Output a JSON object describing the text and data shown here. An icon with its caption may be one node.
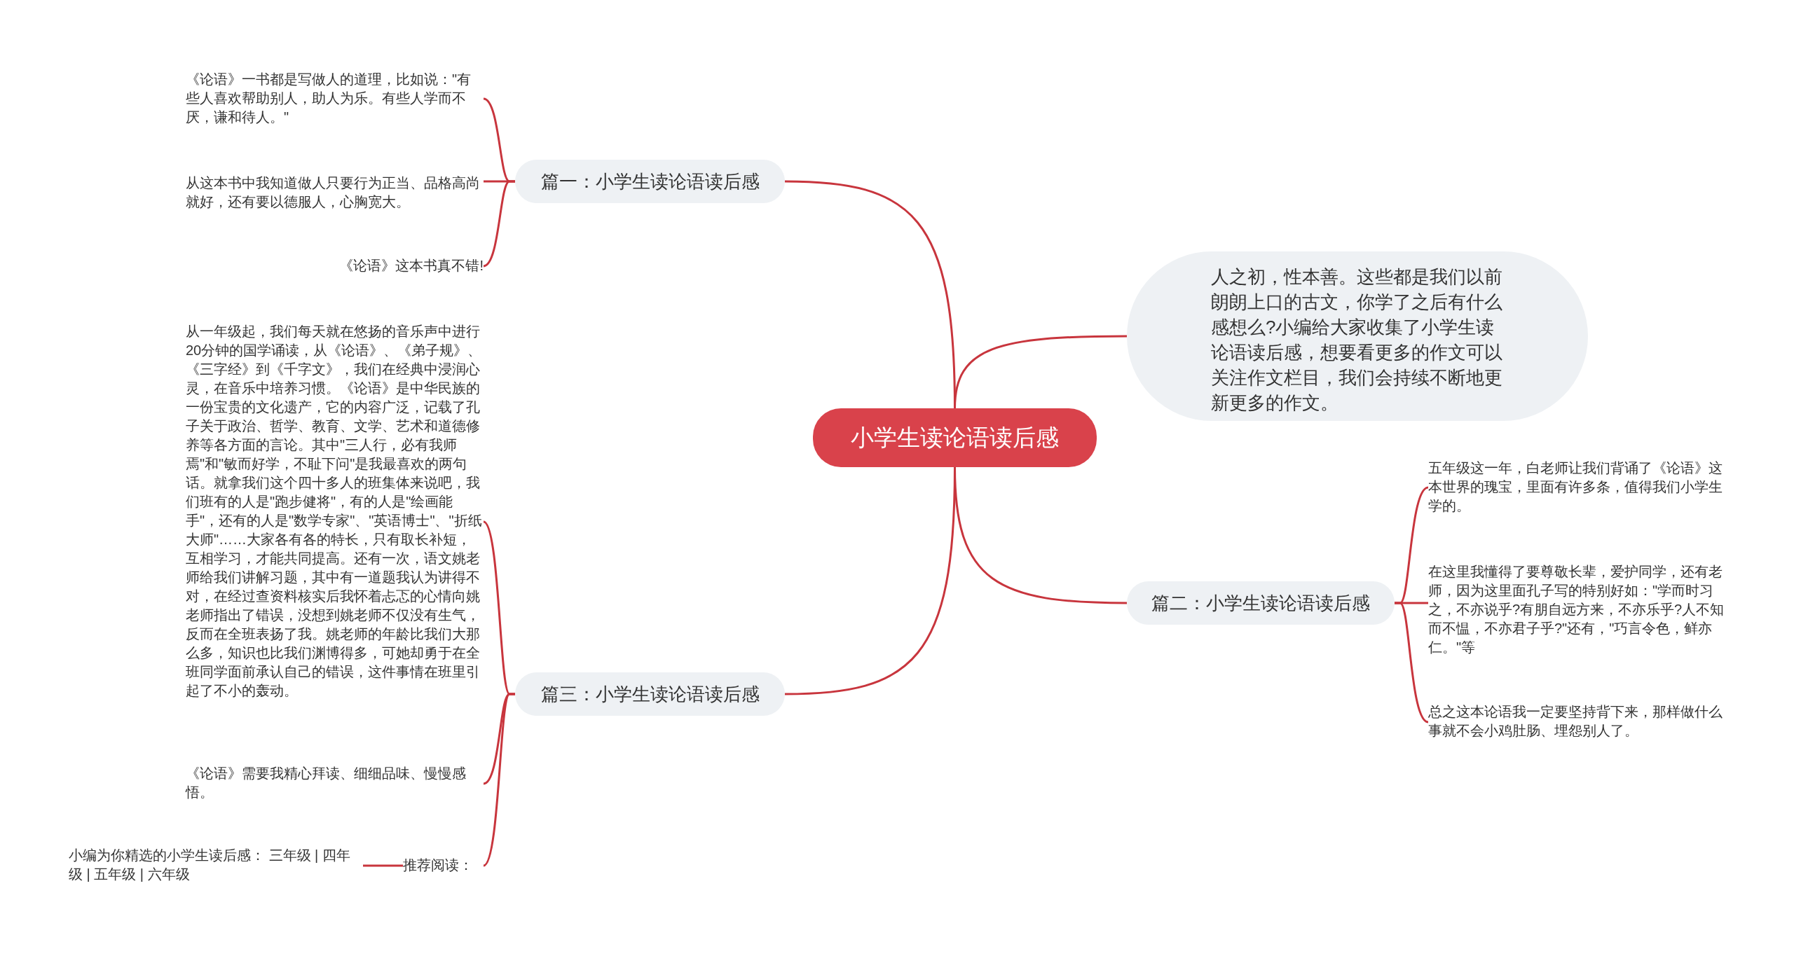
{
  "diagram": {
    "nodes": [
      {
        "text": [
          "小学生读论语读后感"
        ]
      },
      {
        "text": [
          "篇一：小学生读论语读后感"
        ]
      },
      {
        "text": [
          "《论语》一书都是写做人的道理，比如说：\"有些人喜欢帮助别人，助人为乐。有些人学而不厌，谦和待人。\""
        ]
      },
      {
        "text": [
          "从这本书中我知道做人只要行为正当、品格高尚就好，还有要以德服人，心胸宽大。"
        ]
      },
      {
        "text": [
          "《论语》这本书真不错!"
        ]
      },
      {
        "text": [
          "人之初，性本善。这些都是我们以前朗朗上口的古文，你学了之后有什么感想么?小编给大家收集了小学生读论语读后感，想要看更多的作文可以关注作文栏目，我们会持续不断地更新更多的作文。"
        ]
      },
      {
        "text": [
          "篇二：小学生读论语读后感"
        ]
      },
      {
        "text": [
          "五年级这一年，白老师让我们背诵了《论语》这本世界的瑰宝，里面有许多条，值得我们小学生学的。"
        ]
      },
      {
        "text": [
          "在这里我懂得了要尊敬长辈，爱护同学，还有老师，因为这里面孔子写的特别好如：\"学而时习之，不亦说乎?有朋自远方来，不亦乐乎?人不知而不愠，不亦君子乎?\"还有，\"巧言令色，鲜亦仁。\"等"
        ]
      },
      {
        "text": [
          "总之这本论语我一定要坚持背下来，那样做什么事就不会小鸡肚肠、埋怨别人了。"
        ]
      },
      {
        "text": [
          "篇三：小学生读论语读后感"
        ]
      },
      {
        "text": [
          "从一年级起，我们每天就在悠扬的音乐声中进行20分钟的国学诵读，从《论语》、《弟子规》、《三字经》到《千字文》，我们在经典中浸润心灵，在音乐中培养习惯。《论语》是中华民族的一份宝贵的文化遗产，它的内容广泛，记载了孔子关于政治、哲学、教育、文学、艺术和道德修养等各方面的言论。其中\"三人行，必有我师焉\"和\"敏而好学，不耻下问\"是我最喜欢的两句话。就拿我们这个四十多人的班集体来说吧，我们班有的人是\"跑步健将\"，有的人是\"绘画能手\"，还有的人是\"数学专家\"、\"英语博士\"、\"折纸大师\"……大家各有各的特长，只有取长补短，互相学习，才能共同提高。还有一次，语文姚老师给我们讲解习题，其中有一道题我认为讲得不对，在经过查资料核实后我怀着忐忑的心情向姚老师指出了错误，没想到姚老师不仅没有生气，反而在全班表扬了我。姚老师的年龄比我们大那么多，知识也比我们渊博得多，可她却勇于在全班同学面前承认自己的错误，这件事情在班里引起了不小的轰动。"
        ]
      },
      {
        "text": [
          "《论语》需要我精心拜读、细细品味、慢慢感悟。"
        ]
      },
      {
        "text": [
          "推荐阅读："
        ]
      },
      {
        "text": [
          "小编为你精选的小学生读后感： 三年级 | 四年级 | 五年级 | 六年级"
        ]
      }
    ],
    "edges": [
      {
        "from": 0,
        "to": 1,
        "arrow": "none"
      },
      {
        "from": 1,
        "to": 2,
        "arrow": "none"
      },
      {
        "from": 1,
        "to": 3,
        "arrow": "none"
      },
      {
        "from": 1,
        "to": 4,
        "arrow": "none"
      },
      {
        "from": 0,
        "to": 5,
        "arrow": "none"
      },
      {
        "from": 0,
        "to": 6,
        "arrow": "none"
      },
      {
        "from": 6,
        "to": 7,
        "arrow": "none"
      },
      {
        "from": 6,
        "to": 8,
        "arrow": "none"
      },
      {
        "from": 6,
        "to": 9,
        "arrow": "none"
      },
      {
        "from": 0,
        "to": 10,
        "arrow": "none"
      },
      {
        "from": 10,
        "to": 11,
        "arrow": "none"
      },
      {
        "from": 10,
        "to": 12,
        "arrow": "none"
      },
      {
        "from": 10,
        "to": 13,
        "arrow": "none"
      },
      {
        "from": 13,
        "to": 14,
        "arrow": "none"
      }
    ]
  }
}
